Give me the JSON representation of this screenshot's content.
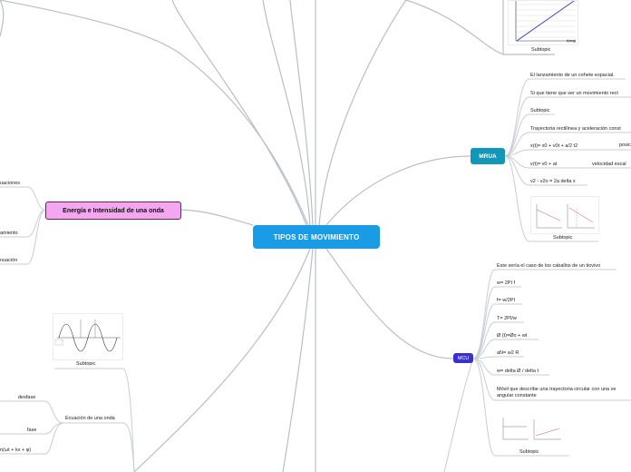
{
  "central_topic": "TIPOS DE MOVIMIENTO",
  "main_topics": {
    "mrua": "MRUA",
    "mcu": "MCU",
    "energia": "Energía e Intensidad de una onda"
  },
  "top_right": {
    "subtopic": "Subtopic",
    "graph_axis_label": "t(seg)"
  },
  "mrua_items": [
    "El lanzamiento de un cohete espacial.",
    "Si que tiene que ser un movimiento rect",
    "Subtopic",
    "Trayectoria rectilínea y aceleración const",
    "x(t)= x0 + v0t + a/2 t2",
    "v(t)= v0 + at",
    "v2 - v2o = 2a delta x",
    "Subtopic"
  ],
  "mrua_side_labels": [
    "posic",
    "velocidad escal"
  ],
  "mcu_items": [
    "Este sería el caso de los caballos de un tiovivo",
    "w= 2PI f",
    "f= w/2PI",
    "T= 2PI/w",
    "Ø (t)=Øo + wt",
    "aN= w2 R",
    "w= delta Ø / delta t",
    "Móvil que describe una trayectoria circular con una ve",
    "angular constante",
    "Subtopic"
  ],
  "energia_items": [
    "uaciones",
    "amiento",
    "nuación"
  ],
  "onda": {
    "subtopic": "Subtopic",
    "ecuacion": "Ecuación de una onda",
    "desfase": "desfase",
    "fase": "fase",
    "formula": "n(ωt + kx + φ)"
  },
  "colors": {
    "central": "#1a9be6",
    "mrua": "#1297b8",
    "mcu": "#3b2fd1",
    "energia": "#f4a6f0",
    "line": "#b9bec9"
  }
}
